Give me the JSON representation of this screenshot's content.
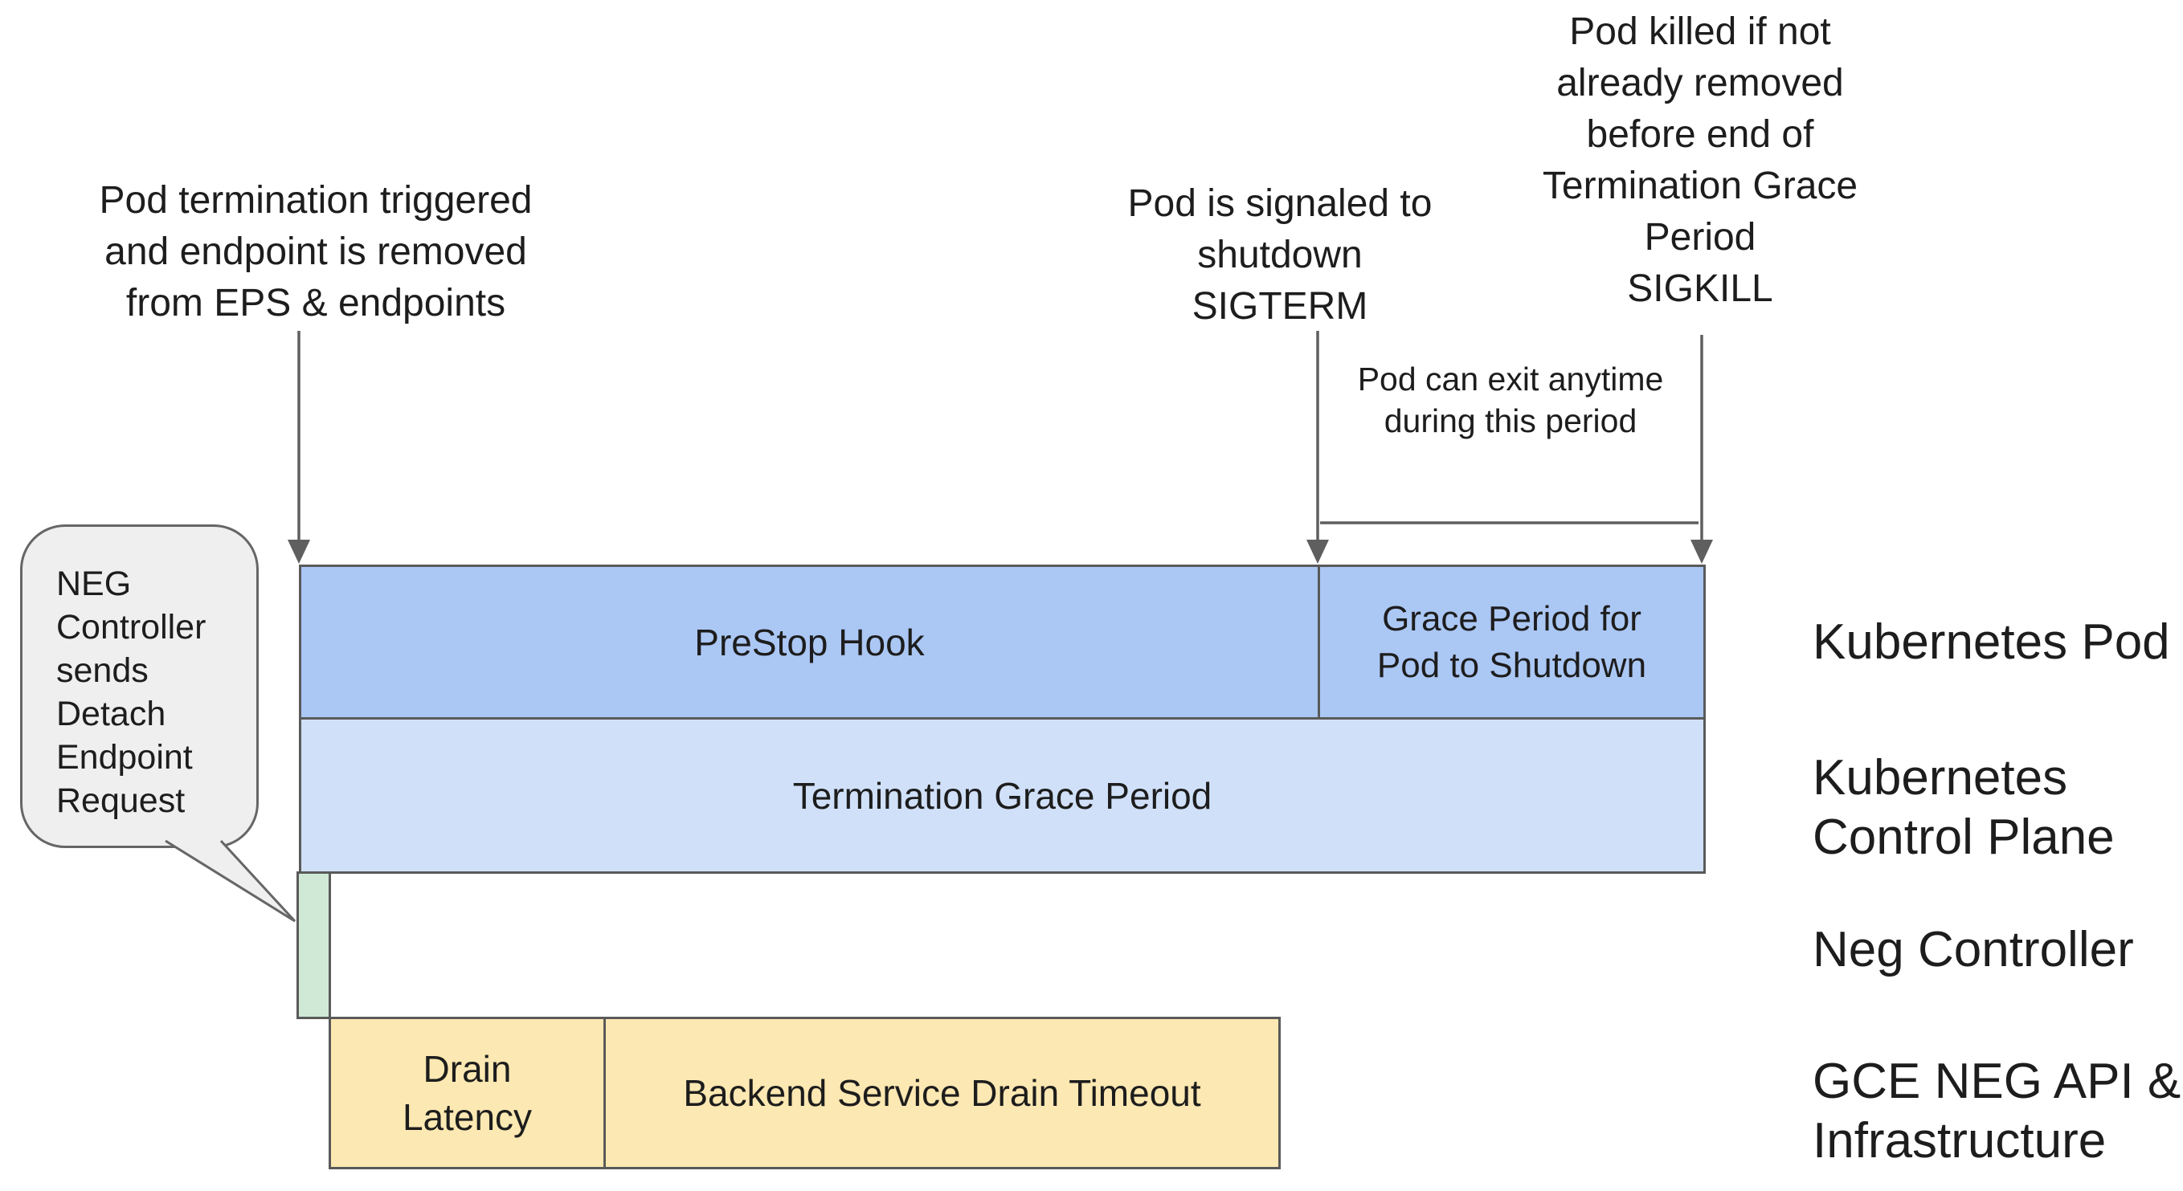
{
  "colors": {
    "bar_blue": "#abc7f4",
    "bar_light_blue": "#d0e0f9",
    "bar_green": "#cfe9d6",
    "bar_yellow": "#fce8b2",
    "border_gray": "#5a5a5a",
    "arrow_gray": "#666666",
    "bubble_fill": "#efefef",
    "text": "#1d1d1d",
    "background": "#ffffff"
  },
  "annotations": {
    "pod_termination": "Pod termination triggered\nand endpoint is removed\nfrom EPS & endpoints",
    "pod_signaled": "Pod is signaled to\nshutdown\nSIGTERM",
    "pod_killed": "Pod killed if not\nalready removed\nbefore end of\nTermination Grace\nPeriod\nSIGKILL",
    "pod_can_exit": "Pod can exit anytime\nduring this period"
  },
  "callout": {
    "text": "NEG\nController\nsends\nDetach\nEndpoint\nRequest"
  },
  "bars": {
    "prestop": "PreStop Hook",
    "grace_period": "Grace Period for\nPod to Shutdown",
    "termination": "Termination Grace Period",
    "drain_latency": "Drain\nLatency",
    "backend_drain": "Backend Service Drain Timeout"
  },
  "lanes": [
    {
      "label": "Kubernetes Pod"
    },
    {
      "label": "Kubernetes\nControl Plane"
    },
    {
      "label": "Neg Controller"
    },
    {
      "label": "GCE NEG API &\nInfrastructure"
    }
  ]
}
